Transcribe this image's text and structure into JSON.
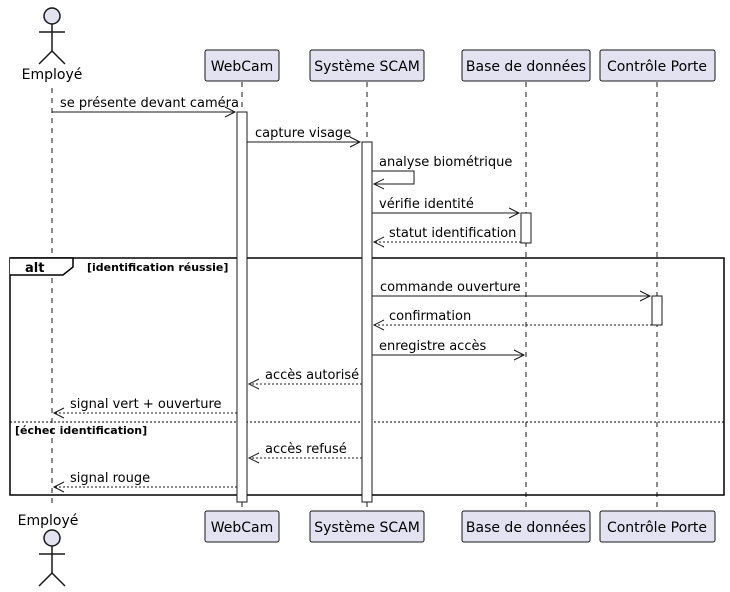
{
  "participants": {
    "employe": "Employé",
    "webcam": "WebCam",
    "scam": "Système SCAM",
    "db": "Base de données",
    "porte": "Contrôle Porte"
  },
  "messages": {
    "m1": "se présente devant caméra",
    "m2": "capture visage",
    "m3": "analyse biométrique",
    "m4": "vérifie identité",
    "m5": "statut identification",
    "m6": "commande ouverture",
    "m7": "confirmation",
    "m8": "enregistre accès",
    "m9": "accès autorisé",
    "m10": "signal vert + ouverture",
    "m11": "accès refusé",
    "m12": "signal rouge"
  },
  "alt": {
    "keyword": "alt",
    "guard1": "[identification réussie]",
    "guard2": "[échec identification]"
  },
  "colors": {
    "participant_fill": "#e2e2f0",
    "line": "#181818"
  }
}
